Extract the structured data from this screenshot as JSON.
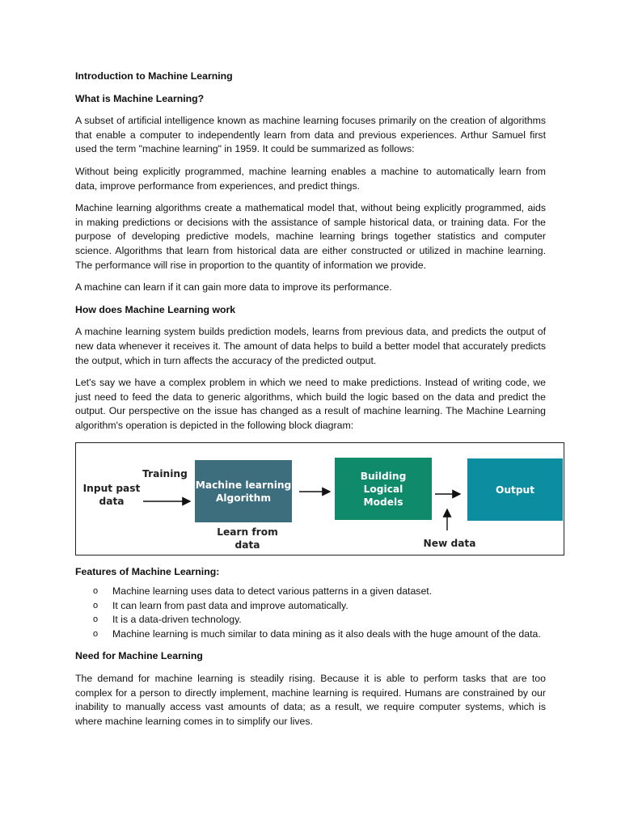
{
  "doc": {
    "title": "Introduction to Machine Learning",
    "h_what": "What is Machine Learning?",
    "p1": "A subset of artificial intelligence known as machine learning focuses primarily on the creation of algorithms that enable a computer to independently learn from data and previous experiences. Arthur Samuel first used the term \"machine learning\" in 1959. It could be summarized as follows:",
    "p2": "Without being explicitly programmed, machine learning enables a machine to automatically learn from data, improve performance from experiences, and predict things.",
    "p3": "Machine learning algorithms create a mathematical model that, without being explicitly programmed, aids in making predictions or decisions with the assistance of sample historical data, or training data. For the purpose of developing predictive models, machine learning brings together statistics and computer science. Algorithms that learn from historical data are either constructed or utilized in machine learning. The performance will rise in proportion to the quantity of information we provide.",
    "p4": "A machine can learn if it can gain more data to improve its performance.",
    "h_how": "How does Machine Learning work",
    "p5": "A machine learning system builds prediction models, learns from previous data, and predicts the output of new data whenever it receives it. The amount of data helps to build a better model that accurately predicts the output, which in turn affects the accuracy of the predicted output.",
    "p6": "Let's say we have a complex problem in which we need to make predictions. Instead of writing code, we just need to feed the data to generic algorithms, which build the logic based on the data and predict the output. Our perspective on the issue has changed as a result of machine learning. The Machine Learning algorithm's operation is depicted in the following block diagram:",
    "h_features": "Features of Machine Learning:",
    "bullet_glyph": "o",
    "features": [
      "Machine learning uses data to detect various patterns in a given dataset.",
      "It can learn from past data and improve automatically.",
      "It is a data-driven technology.",
      "Machine learning is much similar to data mining as it also deals with the huge amount of the data."
    ],
    "h_need": "Need for Machine Learning",
    "p7": "The demand for machine learning is steadily rising. Because it is able to perform tasks that are too complex for a person to directly implement, machine learning is required. Humans are constrained by our inability to manually access vast amounts of data; as a result, we require computer systems, which is where machine learning comes in to simplify our lives."
  },
  "diagram": {
    "input_line1": "Input past",
    "input_line2": "data",
    "training": "Training",
    "algo_line1": "Machine learning",
    "algo_line2": "Algorithm",
    "learn_line1": "Learn from",
    "learn_line2": "data",
    "building_line1": "Building",
    "building_line2": "Logical",
    "building_line3": "Models",
    "output": "Output",
    "new_data": "New data",
    "colors": {
      "algorithm_box": "#3c6e7e",
      "building_box": "#0f8a6b",
      "output_box": "#0d8ea0",
      "arrows": "#111111"
    }
  }
}
